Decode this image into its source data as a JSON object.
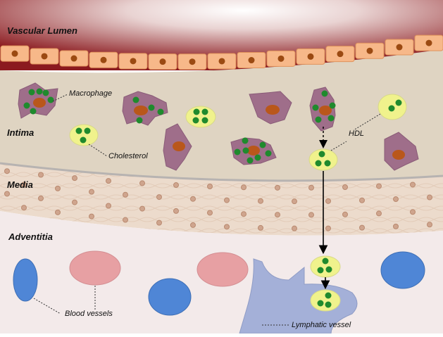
{
  "layers": {
    "lumen": "Vascular Lumen",
    "intima": "Intima",
    "media": "Media",
    "adventitia": "Adventitia"
  },
  "labels": {
    "macrophage": "Macrophage",
    "cholesterol": "Cholesterol",
    "hdl": "HDL",
    "blood_vessels": "Blood vessels",
    "lymphatic_vessel": "Lymphatic vessel"
  },
  "colors": {
    "lumen_dark": "#8b1a1f",
    "endothelium": "#f7b889",
    "nucleus": "#9b4a12",
    "intima": "#dfd4c2",
    "media": "#ecdbcc",
    "adventitia": "#f3eaea",
    "macrophage": "#9f6e8a",
    "macrophage_nucleus": "#b9571b",
    "cholesterol_droplet": "#1f8a2d",
    "hdl": "#f0f28c",
    "artery": "#e7a0a3",
    "vein": "#4f86d6",
    "lymphatic": "#a4b0d8"
  }
}
